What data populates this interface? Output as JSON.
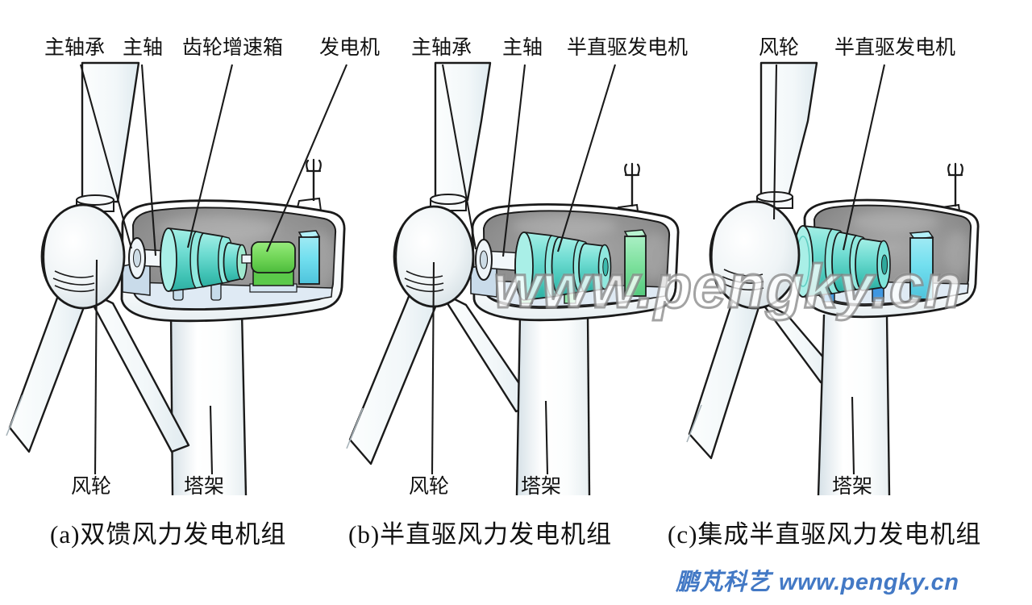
{
  "watermark": "www.pengky.cn",
  "footer": {
    "brand": "鹏芃科艺",
    "site": "www.pengky.cn"
  },
  "colors": {
    "outline": "#1A1A1A",
    "teal_component": "#6FDCD2",
    "green_generator": "#6ED455",
    "mint_cabinet": "#7CE09C",
    "cyan_cabinet": "#72DFEF",
    "blue_mount": "#3F97E0",
    "interior_gray": "#8D8D8D",
    "footer_blue": "#4379C5"
  },
  "turbines": [
    {
      "caption": "(a)双馈风力发电机组",
      "labels": {
        "bearing": "主轴承",
        "shaft": "主轴",
        "gearbox": "齿轮增速箱",
        "generator": "发电机",
        "rotor": "风轮",
        "tower": "塔架"
      }
    },
    {
      "caption": "(b)半直驱风力发电机组",
      "labels": {
        "bearing": "主轴承",
        "shaft": "主轴",
        "generator": "半直驱发电机",
        "rotor": "风轮",
        "tower": "塔架"
      }
    },
    {
      "caption": "(c)集成半直驱风力发电机组",
      "labels": {
        "rotor": "风轮",
        "generator": "半直驱发电机",
        "tower": "塔架"
      }
    }
  ]
}
